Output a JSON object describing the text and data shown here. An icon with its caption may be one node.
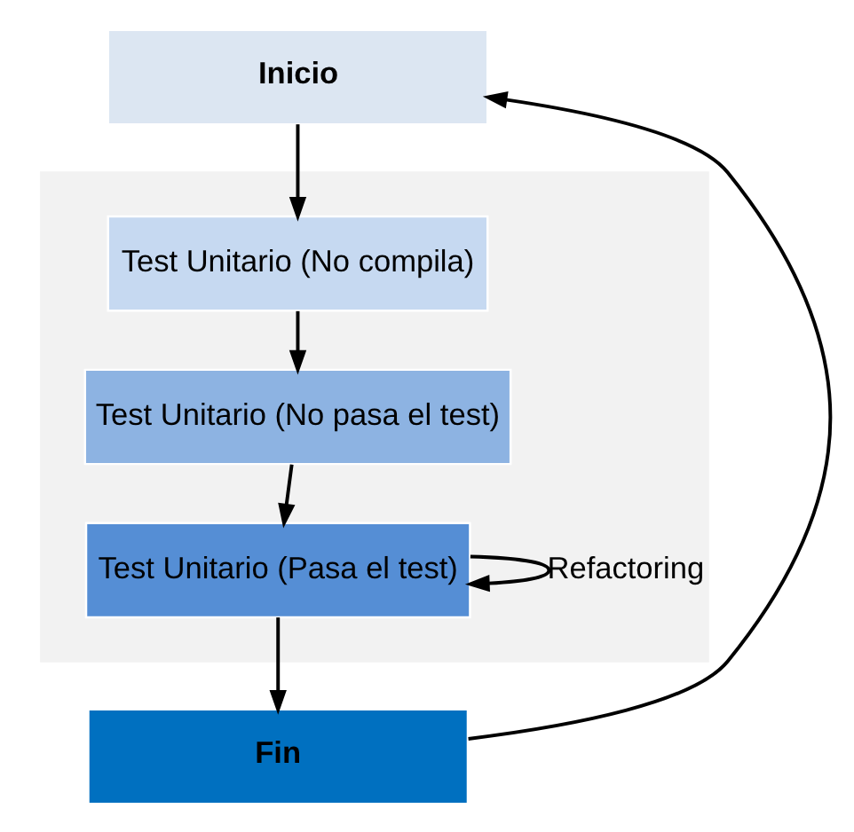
{
  "diagram": {
    "nodes": [
      {
        "text": [
          "Inicio"
        ]
      },
      {
        "text": [],
        "shape": "box"
      },
      {
        "text": [
          "Test Unitario (No compila)"
        ],
        "in": 1
      },
      {
        "text": [
          "Test Unitario (No pasa el test)"
        ],
        "in": 1
      },
      {
        "text": [
          "Test Unitario (Pasa el test)"
        ],
        "in": 1
      },
      {
        "text": [
          "Fin"
        ]
      }
    ],
    "edges": [
      {
        "from": 0,
        "to": 2,
        "arrow": "to"
      },
      {
        "from": 2,
        "to": 3,
        "arrow": "to"
      },
      {
        "from": 3,
        "to": 4,
        "arrow": "to"
      },
      {
        "from": 4,
        "to": 5,
        "arrow": "to"
      },
      {
        "from": 4,
        "to": 4,
        "arrow": "to",
        "label": "Refactoring"
      },
      {
        "from": 5,
        "to": 0,
        "arrow": "to"
      }
    ]
  }
}
